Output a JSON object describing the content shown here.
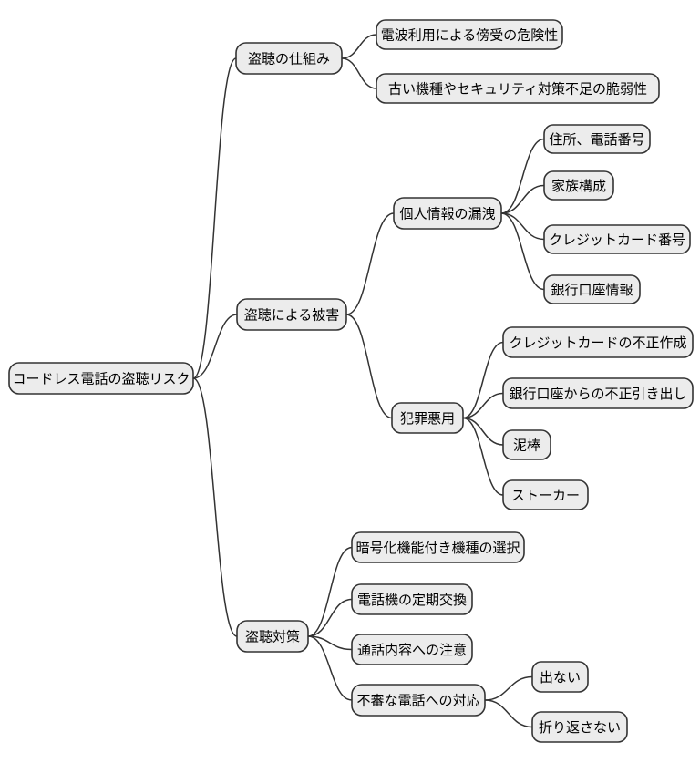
{
  "colors": {
    "background": "#ffffff",
    "node-fill": "#ececec",
    "node-border": "#333333",
    "edge": "#333333",
    "text": "#000000"
  },
  "mindmap": {
    "type": "mindmap-diagram",
    "root": {
      "label": "コードレス電話の盗聴リスク",
      "children": [
        {
          "label": "盗聴の仕組み",
          "children": [
            {
              "label": "電波利用による傍受の危険性"
            },
            {
              "label": "古い機種やセキュリティ対策不足の脆弱性"
            }
          ]
        },
        {
          "label": "盗聴による被害",
          "children": [
            {
              "label": "個人情報の漏洩",
              "children": [
                {
                  "label": "住所、電話番号"
                },
                {
                  "label": "家族構成"
                },
                {
                  "label": "クレジットカード番号"
                },
                {
                  "label": "銀行口座情報"
                }
              ]
            },
            {
              "label": "犯罪悪用",
              "children": [
                {
                  "label": "クレジットカードの不正作成"
                },
                {
                  "label": "銀行口座からの不正引き出し"
                },
                {
                  "label": "泥棒"
                },
                {
                  "label": "ストーカー"
                }
              ]
            }
          ]
        },
        {
          "label": "盗聴対策",
          "children": [
            {
              "label": "暗号化機能付き機種の選択"
            },
            {
              "label": "電話機の定期交換"
            },
            {
              "label": "通話内容への注意"
            },
            {
              "label": "不審な電話への対応",
              "children": [
                {
                  "label": "出ない"
                },
                {
                  "label": "折り返さない"
                }
              ]
            }
          ]
        }
      ]
    }
  }
}
